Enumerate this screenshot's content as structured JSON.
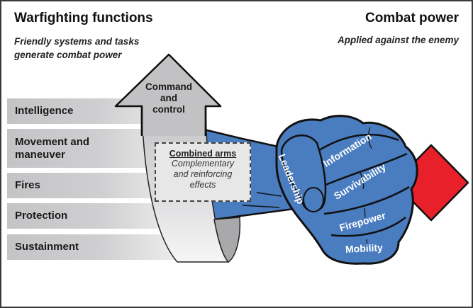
{
  "left_header": {
    "title": "Warfighting functions",
    "subtitle_line1": "Friendly systems and tasks",
    "subtitle_line2": "generate combat power"
  },
  "right_header": {
    "title": "Combat power",
    "subtitle": "Applied against the enemy"
  },
  "warfighting_functions": [
    {
      "line1": "Intelligence",
      "line2": ""
    },
    {
      "line1": "Movement and",
      "line2": "maneuver"
    },
    {
      "line1": "Fires",
      "line2": ""
    },
    {
      "line1": "Protection",
      "line2": ""
    },
    {
      "line1": "Sustainment",
      "line2": ""
    }
  ],
  "arrow": {
    "line1": "Command",
    "line2": "and",
    "line3": "control"
  },
  "combined_arms": {
    "heading": "Combined arms",
    "line1": "Complementary",
    "line2": "and reinforcing",
    "line3": "effects"
  },
  "fist_labels": {
    "thumb": "Leadership",
    "finger1": "Information",
    "finger2": "Survivability",
    "finger3": "Firepower",
    "finger4": "Mobility"
  },
  "colors": {
    "fist_blue": "#4a7cc0",
    "enemy_red": "#e8202a",
    "arrow_gray": "#c2c2c4"
  }
}
